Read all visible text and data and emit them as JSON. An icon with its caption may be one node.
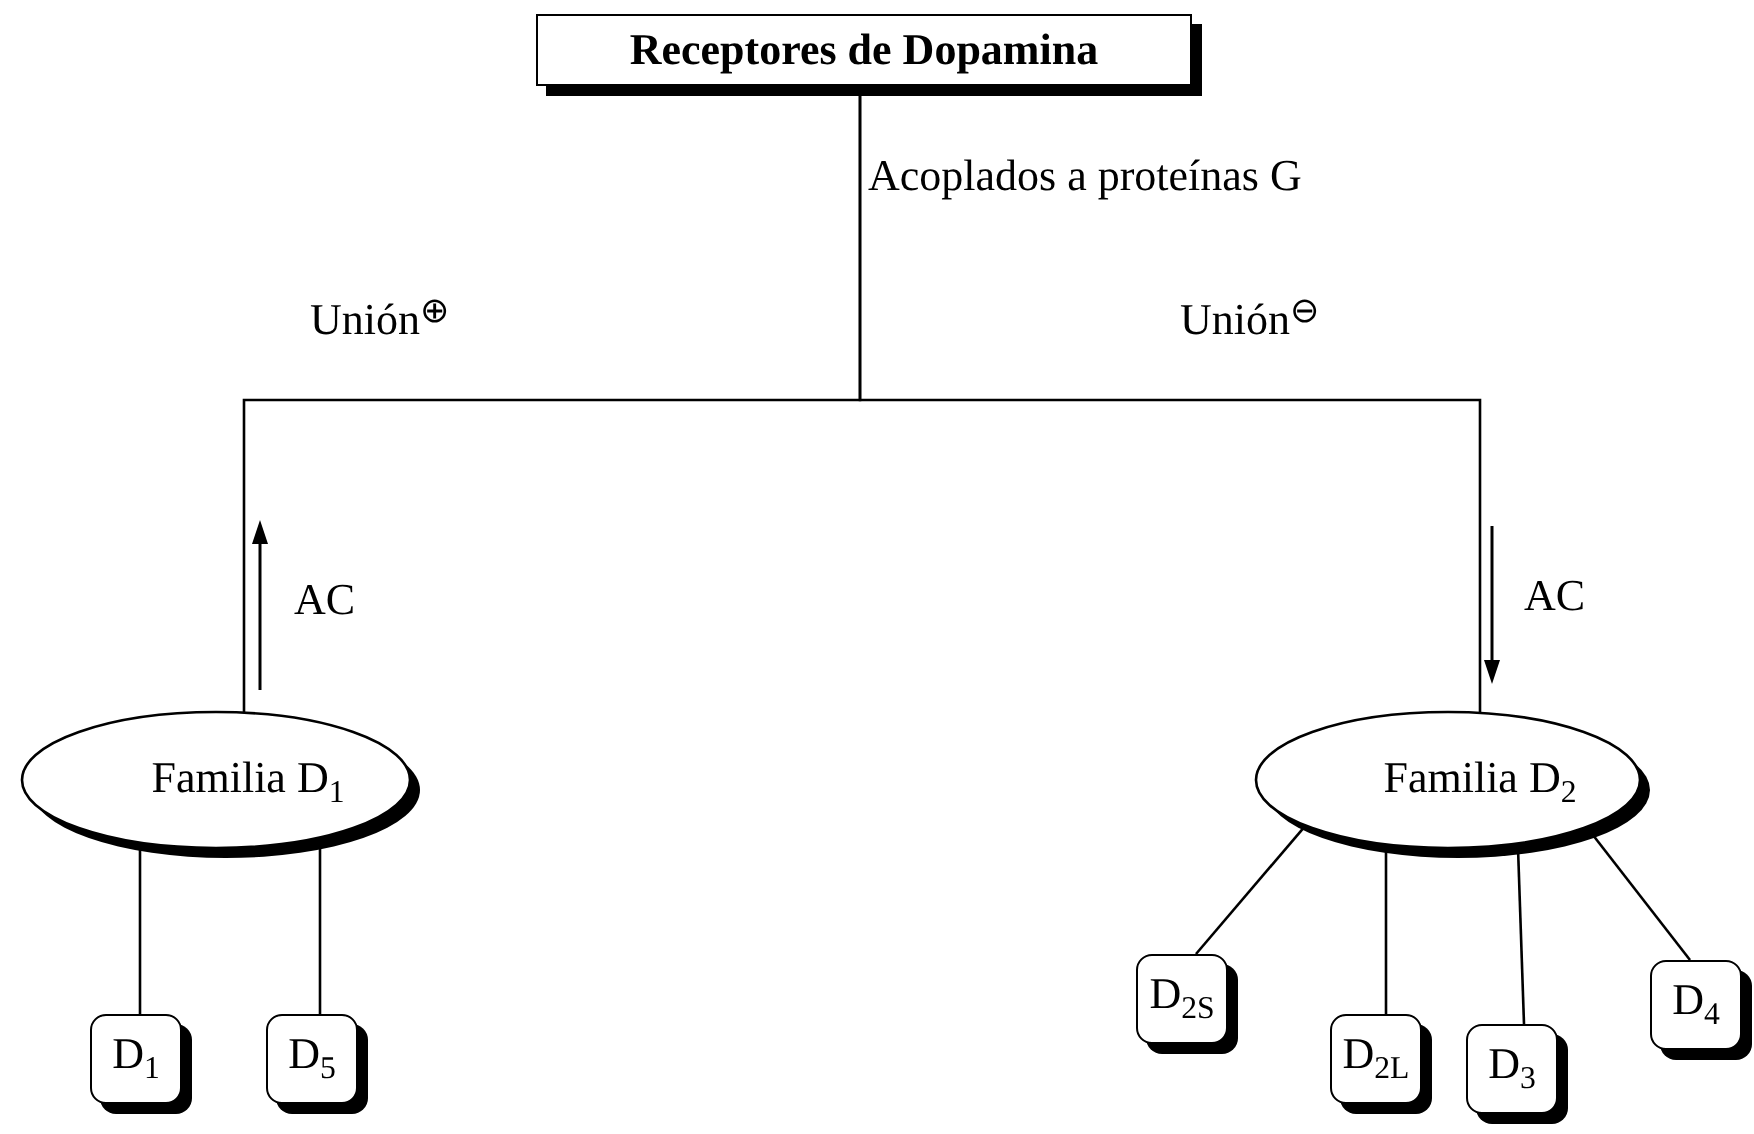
{
  "diagram": {
    "nodes": [
      {
        "text": [
          "**Receptores de Dopamina**"
        ]
      },
      {
        "text": [
          "Familia D$_{1}$"
        ]
      },
      {
        "text": [
          "Familia D$_{2}$"
        ]
      },
      {
        "text": [
          "D$_{1}$"
        ]
      },
      {
        "text": [
          "D$_{5}$"
        ]
      },
      {
        "text": [
          "D$_{2S}$"
        ]
      },
      {
        "text": [
          "D$_{2L}$"
        ]
      },
      {
        "text": [
          "D$_{3}$"
        ]
      },
      {
        "text": [
          "D$_{4}$"
        ]
      }
    ],
    "edges": [
      {
        "from": 0,
        "to": 1,
        "arrow": "none",
        "label": "Unión$^{⊕}$"
      },
      {
        "from": 0,
        "to": 2,
        "arrow": "none",
        "label": "Unión$^{⊖}$"
      },
      {
        "from": 1,
        "to": 3,
        "arrow": "none"
      },
      {
        "from": 1,
        "to": 4,
        "arrow": "none"
      },
      {
        "from": 2,
        "to": 5,
        "arrow": "none"
      },
      {
        "from": 2,
        "to": 6,
        "arrow": "none"
      },
      {
        "from": 2,
        "to": 7,
        "arrow": "none"
      },
      {
        "from": 2,
        "to": 8,
        "arrow": "none"
      }
    ],
    "labels": [
      "Acoplados a proteínas G",
      "AC",
      "AC"
    ]
  }
}
